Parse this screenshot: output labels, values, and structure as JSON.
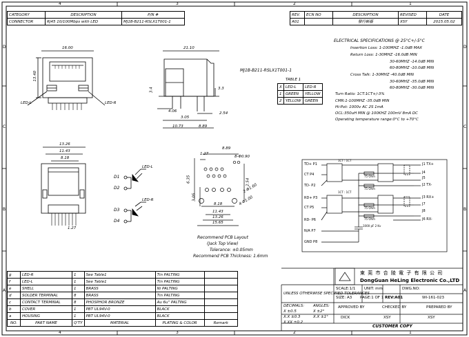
{
  "title_block_top": {
    "headers": [
      "CATEGORY",
      "DESCRIPTION",
      "P/N #"
    ],
    "values": [
      "CONNECTOR",
      "RJ45 10/100Mbps with LED",
      "MJ1B-B211-RSLX1T001-1"
    ]
  },
  "revision_block": {
    "headers": [
      "REV.",
      "ECN NO",
      "DESCRIPTION",
      "REVISED",
      "DATE"
    ],
    "values": [
      "A01",
      "",
      "",
      "XSY",
      "2015.05.02"
    ],
    "description_note": "發行新版"
  },
  "zone_numbers_top": [
    "4",
    "3",
    "2",
    "1"
  ],
  "zone_numbers_bottom": [
    "4",
    "3",
    "2",
    "1"
  ],
  "zone_letters_left": [
    "D",
    "C",
    "B",
    "A"
  ],
  "zone_letters_right": [
    "D",
    "C",
    "B",
    "A"
  ],
  "part_number_label": "MJ1B-B211-RSLX1T001-1",
  "led_table": {
    "title": "TABLE 1",
    "rows": [
      [
        "X",
        "LED-L",
        "LED-R"
      ],
      [
        "1",
        "GREEN",
        "YELLOW"
      ],
      [
        "2",
        "YELLOW",
        "GREEN"
      ]
    ]
  },
  "electrical_spec": {
    "title": "ELECTRICAL SPECIFICATIONS @ 25°C+/-5°C",
    "lines": [
      "Insertion Loss: 1-100MHZ     -1.0dB MAX",
      "Return Loss:  1-30MHZ        -16.0dB MIN",
      "30-60MHZ      -14.0dB MIN",
      "60-80MHZ      -10.0dB MIN",
      "Cross Talk:  1-30MHZ         -40.0dB MIN",
      "30-60MHZ      -35.0dB MIN",
      "60-80MHZ      -30.0dB MIN",
      "Turn Ratio: 1CT:1CT+/-3%",
      "CMR:1-100MHZ     -35.0dB MIN",
      "Hi-Pot:  1000v AC 2S 1mA",
      "OCL:350uH MIN @ 100KHZ 100mV 8mA DC",
      "Operating temperature range:0°C to +70°C"
    ]
  },
  "dimensions": {
    "front_width": "16.00",
    "front_height": "13.40",
    "side_width": "21.10",
    "side_h1": "3.4",
    "side_h2": "3.3",
    "side_d1": "4.06",
    "side_d2": "3.05",
    "side_d3": "10.73",
    "side_d4": "8.89",
    "side_d5": "2.54",
    "bottom_w1": "13.26",
    "bottom_w2": "11.43",
    "bottom_w3": "8.18",
    "bottom_pitch": "1.27",
    "pcb_top": "8.89",
    "pcb_127": "1.27",
    "pcb_hole1": "8-Φ0.90",
    "pcb_hole2": "2-Φ1.60",
    "pcb_hole3": "4-Φ1.00",
    "pcb_left": "6.35",
    "pcb_right": "2.54",
    "pcb_305": "3.05",
    "pcb_818": "8.18",
    "pcb_1143": "11.43",
    "pcb_1326": "13.26",
    "pcb_1565": "15.65"
  },
  "led_labels": [
    "LED-L",
    "LED-R"
  ],
  "led_symbols": [
    "D1",
    "D2",
    "D3",
    "D4",
    "LED-L",
    "LED-R"
  ],
  "pcb_note": {
    "title": "Recommend PCB Layout",
    "view": "(Jack Top View)",
    "tolerance": "Tolerance: ±0.05mm",
    "thickness": "Recommend PCB Thickness: 1.6mm"
  },
  "schematic": {
    "left_pins": [
      "TD+ P1",
      "CT P4",
      "TD- P2",
      "RD+ P3",
      "CT P5",
      "RD- P6",
      "N/A P7",
      "GND P8"
    ],
    "right_pins": [
      "J1 TX+",
      "J4",
      "J5",
      "J2 TX-",
      "J3 RX+",
      "J7",
      "J8",
      "J6 RX-"
    ],
    "xfmr": [
      "1CT : 1CT",
      "1CT : 1CT"
    ],
    "resistors": [
      "75 Ohm",
      "75 Ohm",
      "75 Ohm",
      "75 Ohm"
    ],
    "cap": "1000 pF 2 Kv"
  },
  "bom": {
    "headers": [
      "NO.",
      "PART NAME",
      "Q'TY",
      "MATERIAL",
      "PLATING & COLOR",
      "Remark"
    ],
    "rows": [
      [
        "g",
        "LED-R",
        "1",
        "See Table1",
        "Tin PALTING",
        ""
      ],
      [
        "f",
        "LED-L",
        "1",
        "See Table1",
        "Tin PALTING",
        ""
      ],
      [
        "e",
        "SHELL",
        "1",
        "BRASS",
        "Ni PALTING",
        ""
      ],
      [
        "d",
        "SOLDER TERMINAL",
        "8",
        "BRASS",
        "Tin PALTING",
        ""
      ],
      [
        "c",
        "CONTACT TERMINAL",
        "8",
        "PHOSPHOR BRONZE",
        "Au 6u\" PALTING",
        ""
      ],
      [
        "b",
        "COVER",
        "1",
        "PBT UL94V-0",
        "BLACK",
        ""
      ],
      [
        "a",
        "HOUSING",
        "1",
        "PBT UL94V-0",
        "BLACK",
        ""
      ]
    ]
  },
  "company": {
    "name_cn": "東 莞 市 合 陵 電 子 有 限 公 司",
    "name_en": "DongGuan HeLing Electronic Co.,LTD"
  },
  "title_block_bottom": {
    "tolerance_note": "UNLESS OTHERWISE SPECIFIED TOLERANCES",
    "decimals": "DECIMALS:",
    "angles": "ANGLES:",
    "d1": "X    ±0.5",
    "d2": "X.X  ±0.3",
    "d3": "X.XX ±0.2",
    "a1": "X    ±2°",
    "a2": "X.X  ±1°",
    "scale": "SCALE:1/1",
    "unit": "UNIT: mm",
    "dwg_no_label": "DWG.NO:",
    "size": "SIZE: A3",
    "page": "PAGE:1 OF 1",
    "rev": "REV:A01",
    "dwg_no": "WI-161-023",
    "approved_by": "APPROVED BY",
    "checked_by": "CHECKED BY",
    "prepared_by": "PREPARED BY",
    "approved_val": "DICK",
    "checked_val": "XSY",
    "prepared_val": "XSY",
    "customer_copy": "CUSTOMER COPY"
  }
}
